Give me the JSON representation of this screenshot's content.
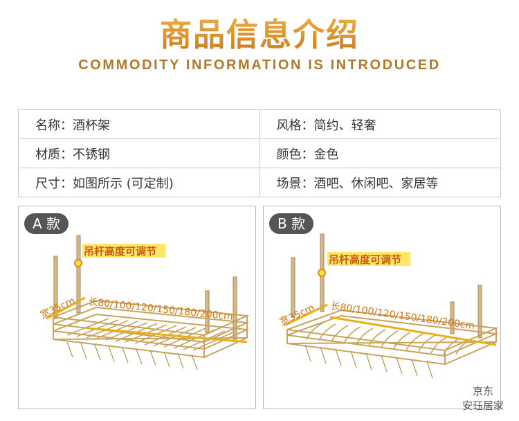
{
  "header": {
    "title": "商品信息介绍",
    "subtitle": "COMMODITY INFORMATION IS INTRODUCED"
  },
  "specs": [
    [
      "名称：酒杯架",
      "风格：简约、轻奢"
    ],
    [
      "材质：不锈钢",
      "颜色：金色"
    ],
    [
      "尺寸：如图所示 (可定制)",
      "场景：酒吧、休闲吧、家居等"
    ]
  ],
  "panels": [
    {
      "badge": "A 款",
      "height_label": "吊杆高度可调节",
      "width_label": "宽35cm",
      "length_label": "长80/100/120/150/180/200cm"
    },
    {
      "badge": "B 款",
      "height_label": "吊杆高度可调节",
      "width_label": "宽35cm",
      "length_label": "长80/100/120/150/180/200cm"
    }
  ],
  "watermark": {
    "line1": "京东",
    "line2": "安珏居家"
  },
  "colors": {
    "gold": "#c9a25c",
    "accent": "#d4891e",
    "label_bg": "#ffe14d",
    "dimension": "#e8b018"
  }
}
